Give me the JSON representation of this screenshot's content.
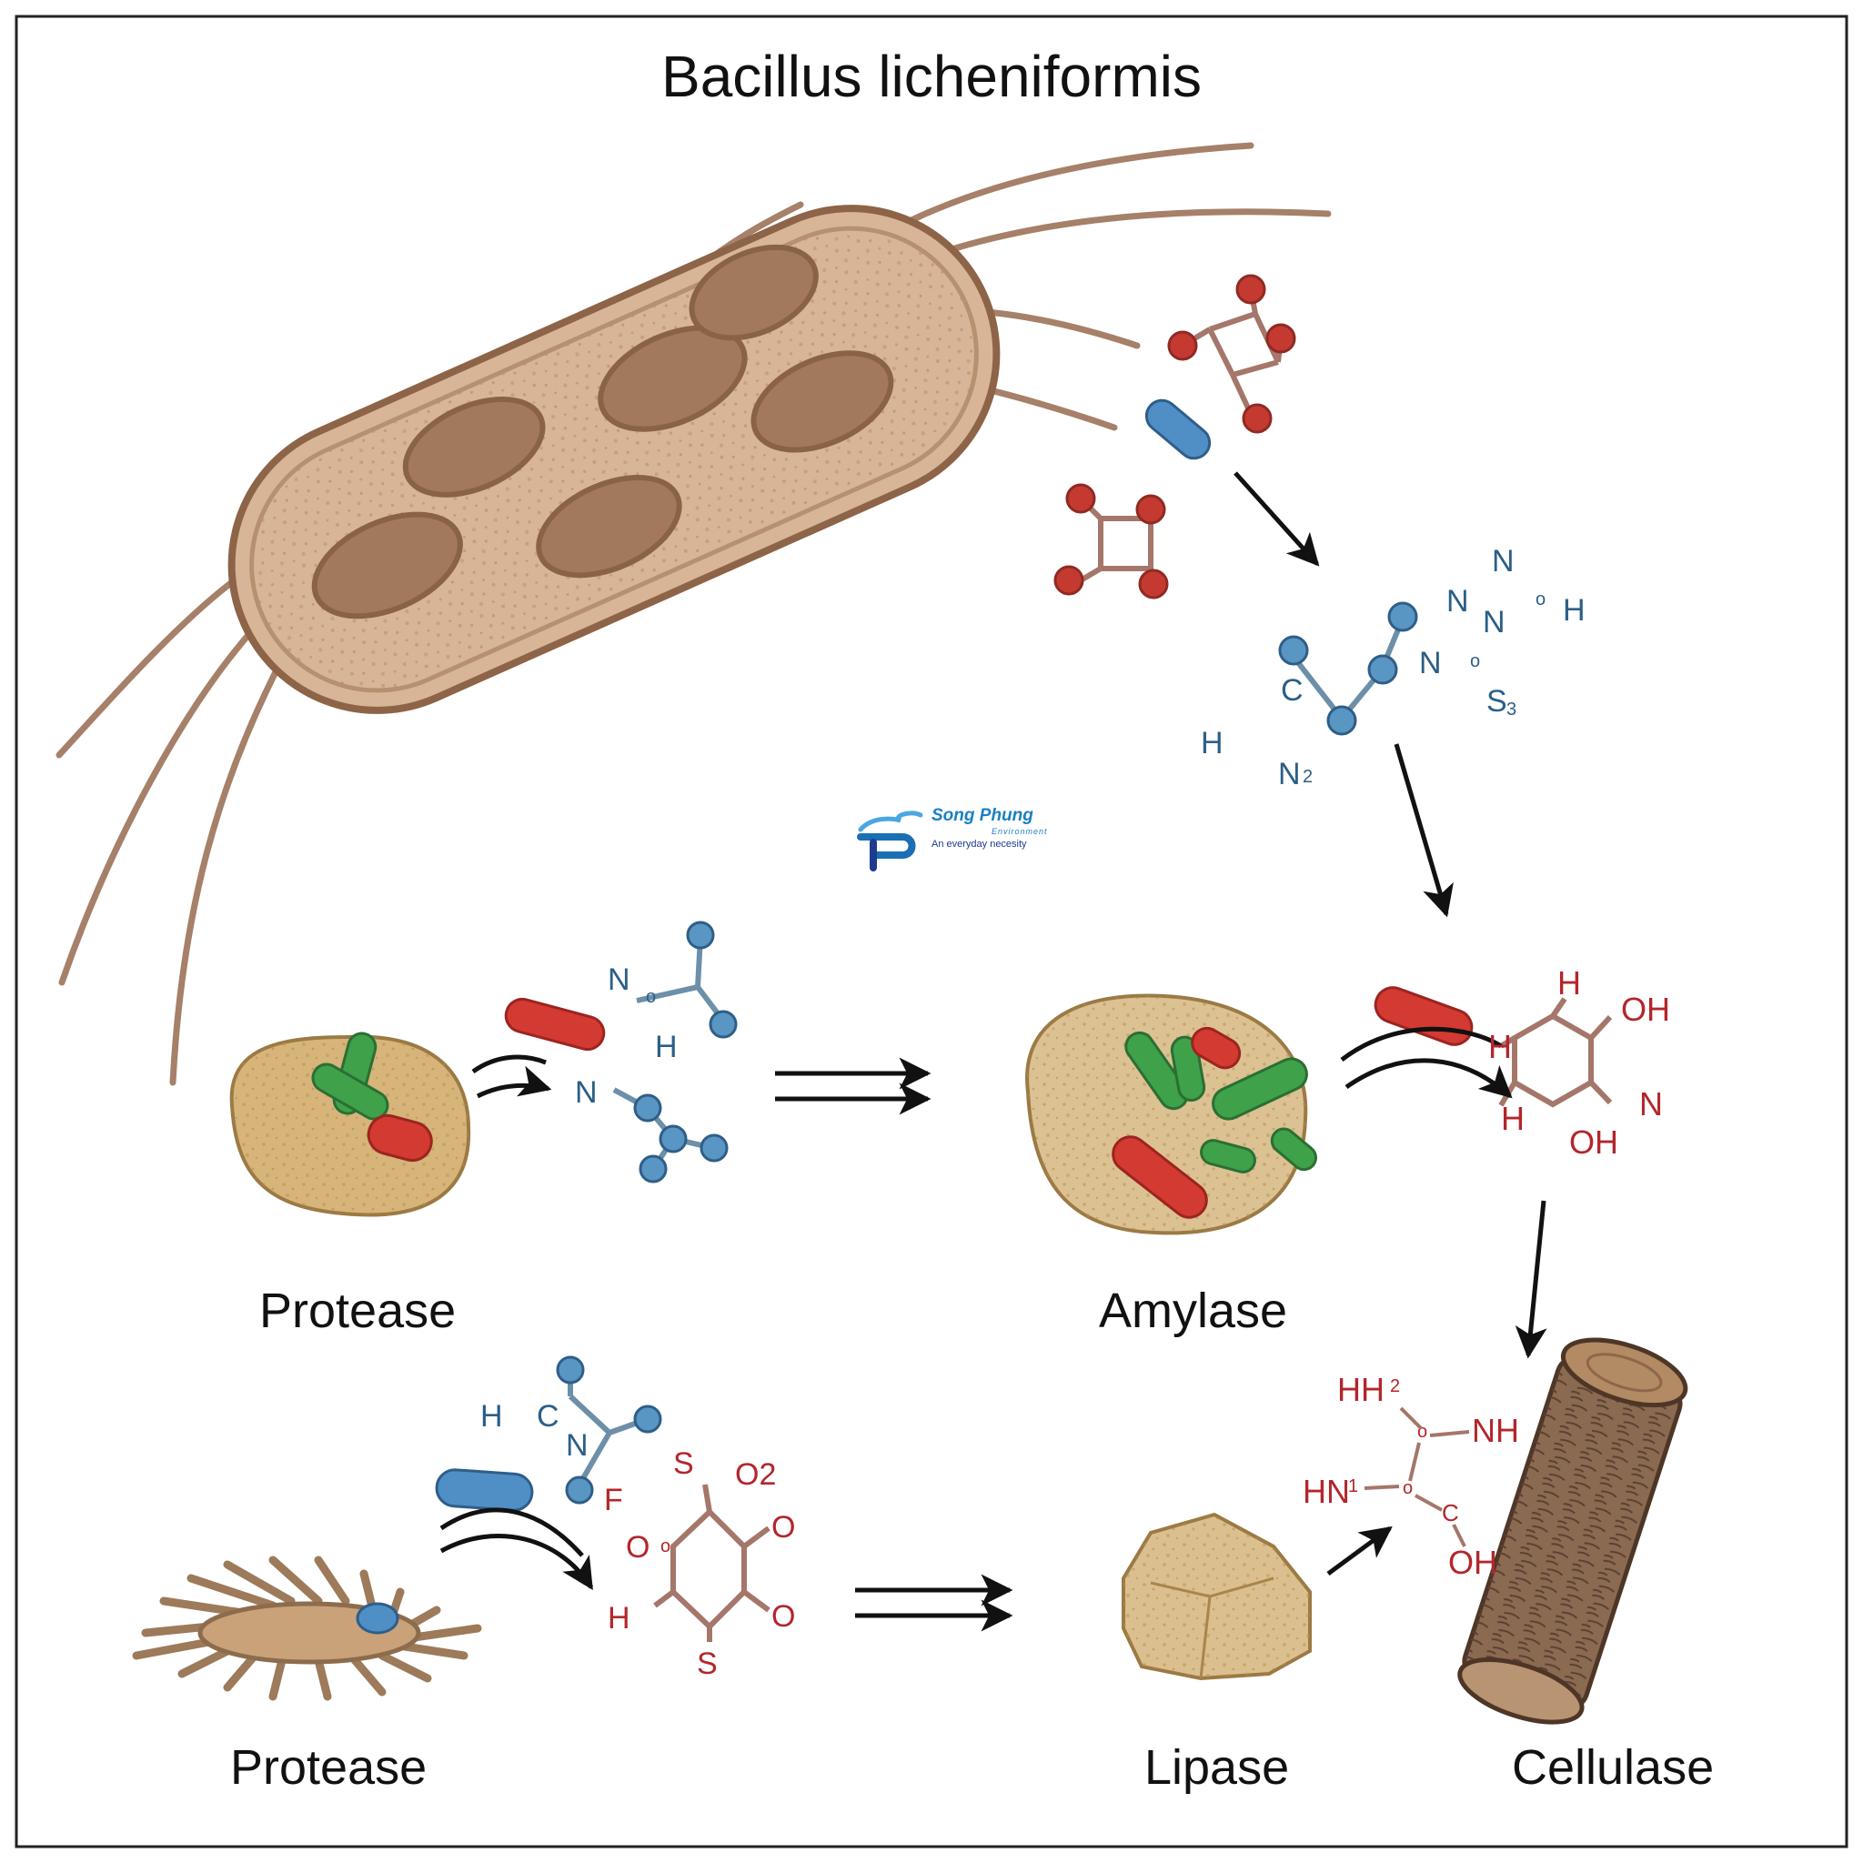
{
  "title": "Bacillus licheniformis",
  "enzymes": {
    "protease_top": "Protease",
    "amylase": "Amylase",
    "protease_bottom": "Protease",
    "lipase": "Lipase",
    "cellulase": "Cellulase"
  },
  "molecules": {
    "blue_group_upper": [
      "N",
      "N",
      "o",
      "H",
      "N",
      "N",
      "o",
      "S",
      "3",
      "H",
      "C",
      "N",
      "2"
    ],
    "blue_group_left": [
      "N",
      "o",
      "H",
      "N"
    ],
    "red_phenol": [
      "H",
      "OH",
      "H",
      "N",
      "H",
      "OH"
    ],
    "red_amine": [
      "HH",
      "2",
      "o",
      "NH",
      "HN",
      "1",
      "o",
      "C",
      "OH"
    ],
    "blue_small_bottom": [
      "H",
      "C",
      "N"
    ],
    "red_quinone": [
      "S",
      "O2",
      "F",
      "O",
      "o",
      "O",
      "H",
      "O",
      "S"
    ]
  },
  "logo": {
    "name": "Song Phung",
    "subtitle": "Environment",
    "tagline": "An everyday necesity"
  },
  "colors": {
    "outline": "#222222",
    "bacterium_fill": "#d9b598",
    "bacterium_stroke": "#9a6e50",
    "flagella": "#a68069",
    "spore": "#a2795c",
    "chem_blue": "#2b5f86",
    "chem_red": "#b3262b",
    "atom_red": "#c43a30",
    "atom_blue": "#5a96c3",
    "substrate": "#d6b47a",
    "green_rod": "#3fa14a",
    "red_rod": "#d33a31",
    "blue_rod": "#4f8fc6",
    "arrow": "#111111",
    "logo_blue": "#1a7fc4"
  }
}
